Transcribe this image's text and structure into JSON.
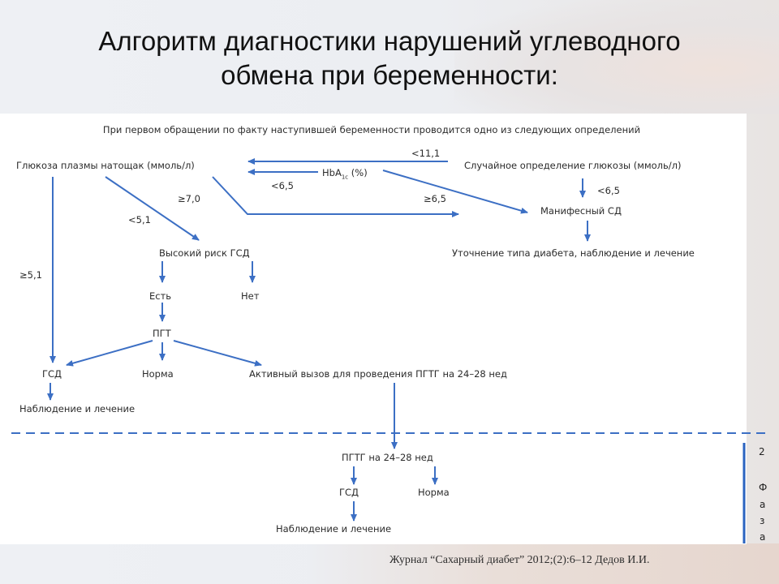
{
  "slide": {
    "title_line1": "Алгоритм диагностики нарушений углеводного",
    "title_line2": "обмена при беременности:",
    "citation": "Журнал “Сахарный диабет” 2012;(2):6–12 Дедов И.И."
  },
  "diagram": {
    "header": "При первом обращении по факту наступившей беременности проводится одно из следующих определений",
    "fasting_glucose": "Глюкоза плазмы натощак (ммоль/л)",
    "hba1c_main": "HbA",
    "hba1c_sub": "1c",
    "hba1c_tail": " (%)",
    "random_glucose": "Случайное определение глюкозы (ммоль/л)",
    "label_lt_11_1": "<11,1",
    "label_lt_6_5_left": "<6,5",
    "label_ge_7_0": "≥7,0",
    "label_ge_6_5": "≥6,5",
    "label_lt_6_5_right": "<6,5",
    "label_lt_5_1": "<5,1",
    "label_ge_5_1": "≥5,1",
    "manifest_dm": "Манифесный СД",
    "clarify_type": "Уточнение типа диабета, наблюдение и лечение",
    "high_risk": "Высокий риск ГСД",
    "yes": "Есть",
    "no": "Нет",
    "pgt": "ПГТ",
    "gsd": "ГСД",
    "norm": "Норма",
    "active_call": "Активный вызов для проведения ПГТГ на 24–28 нед",
    "observe_treat": "Наблюдение и лечение",
    "phase2_pgtt": "ПГТГ на 24–28 нед",
    "phase2_gsd": "ГСД",
    "phase2_norm": "Норма",
    "phase2_observe": "Наблюдение и лечение"
  },
  "phase_label": {
    "number": "2",
    "letters": [
      "Ф",
      "а",
      "з",
      "а"
    ]
  },
  "colors": {
    "arrow": "#3c6fc4",
    "text": "#2b2b2b",
    "divider": "#3c6fc4",
    "bracket": "#2a63c0"
  }
}
